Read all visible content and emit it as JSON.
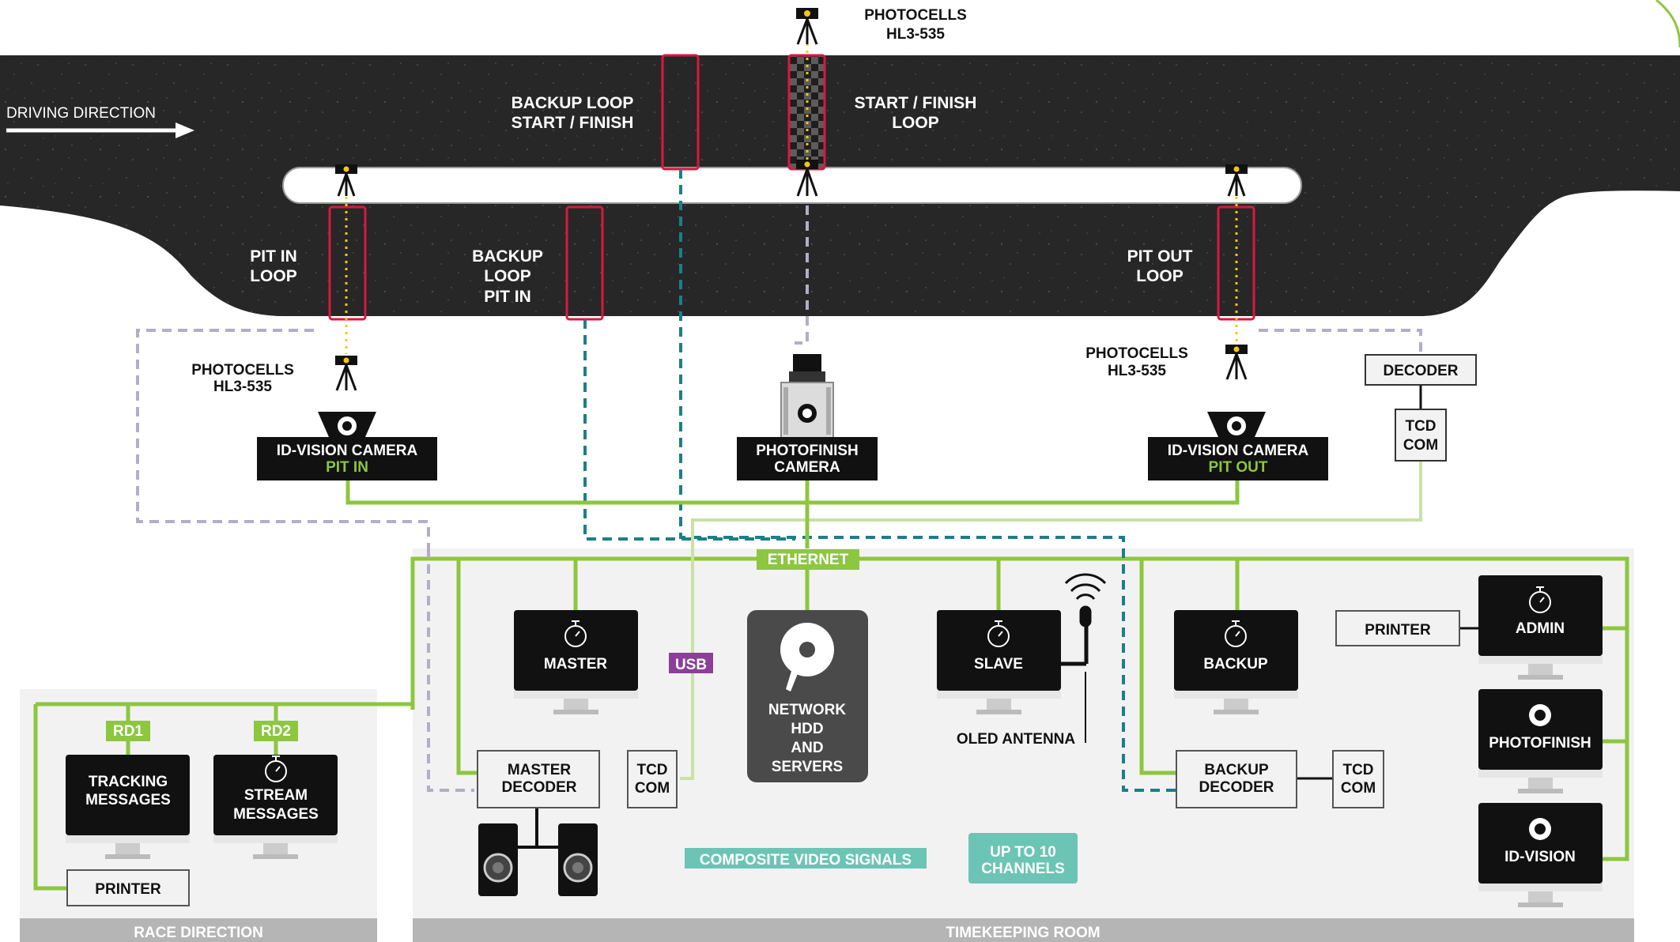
{
  "track": {
    "driving_direction": "DRIVING DIRECTION",
    "photocells_top_1": "PHOTOCELLS",
    "photocells_top_2": "HL3-535",
    "backup_sf_1": "BACKUP LOOP",
    "backup_sf_2": "START / FINISH",
    "sf_loop_1": "START / FINISH",
    "sf_loop_2": "LOOP",
    "pit_in_1": "PIT IN",
    "pit_in_2": "LOOP",
    "backup_pit_in_1": "BACKUP",
    "backup_pit_in_2": "LOOP",
    "backup_pit_in_3": "PIT IN",
    "pit_out_1": "PIT OUT",
    "pit_out_2": "LOOP"
  },
  "field": {
    "photocells_left_1": "PHOTOCELLS",
    "photocells_left_2": "HL3-535",
    "photocells_right_1": "PHOTOCELLS",
    "photocells_right_2": "HL3-535",
    "idv_pitin_1": "ID-VISION CAMERA",
    "idv_pitin_2": "PIT IN",
    "photofinish_1": "PHOTOFINISH",
    "photofinish_2": "CAMERA",
    "idv_pitout_1": "ID-VISION CAMERA",
    "idv_pitout_2": "PIT OUT",
    "decoder": "DECODER",
    "tcd_1": "TCD",
    "tcd_2": "COM"
  },
  "network": {
    "ethernet": "ETHERNET",
    "usb": "USB",
    "composite": "COMPOSITE VIDEO SIGNALS",
    "channels_1": "UP TO 10",
    "channels_2": "CHANNELS"
  },
  "timekeeping": {
    "title": "TIMEKEEPING ROOM",
    "master": "MASTER",
    "slave": "SLAVE",
    "backup": "BACKUP",
    "admin": "ADMIN",
    "photofinish": "PHOTOFINISH",
    "idvision": "ID-VISION",
    "printer": "PRINTER",
    "oled_antenna": "OLED ANTENNA",
    "server_1": "NETWORK",
    "server_2": "HDD",
    "server_3": "AND",
    "server_4": "SERVERS",
    "master_decoder_1": "MASTER",
    "master_decoder_2": "DECODER",
    "backup_decoder_1": "BACKUP",
    "backup_decoder_2": "DECODER",
    "tcd_1": "TCD",
    "tcd_2": "COM"
  },
  "race_direction": {
    "title": "RACE DIRECTION",
    "rd1": "RD1",
    "rd2": "RD2",
    "tracking_1": "TRACKING",
    "tracking_2": "MESSAGES",
    "stream_1": "STREAM",
    "stream_2": "MESSAGES",
    "printer": "PRINTER"
  },
  "colors": {
    "green": "#8dc63f",
    "light_green": "#c9e2a6",
    "teal_dash": "#1b7f8a",
    "grey_dash": "#b3adc6",
    "red_loop": "#d7193f",
    "usb_purple": "#8b3f98",
    "composite_teal": "#6cc4b5",
    "asphalt": "#262626",
    "panel": "#f2f2f2",
    "footer": "#b5b5b5"
  }
}
